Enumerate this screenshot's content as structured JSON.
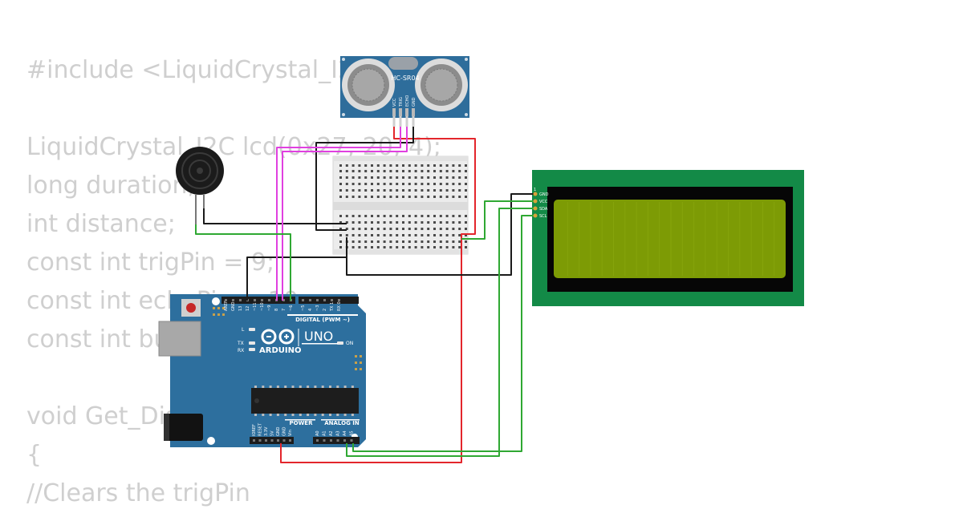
{
  "code_lines": [
    "#include <LiquidCrystal_I2C.h>",
    "",
    "LiquidCrystal_I2C lcd(0x27, 20, 4);",
    "long duration;",
    "int distance;",
    "const int trigPin = 9;",
    "const int echoPin = 10;",
    "const int buzzer = 11;",
    "",
    "void Get_Distance()",
    "{",
    "//Clears the trigPin"
  ],
  "sensor": {
    "model": "HC-SR04",
    "pins": [
      "VCC",
      "TRIG",
      "ECHO",
      "GND"
    ]
  },
  "arduino": {
    "brand": "ARDUINO",
    "model": "UNO",
    "on_label": "ON",
    "digital_header": "DIGITAL (PWM ~)",
    "power_header": "POWER",
    "analog_header": "ANALOG IN",
    "led_labels": [
      "L",
      "TX",
      "RX"
    ],
    "top_pins": [
      "AREF",
      "GND",
      "13",
      "12",
      "~11",
      "~10",
      "~9",
      "8",
      "7",
      "~6",
      "~5",
      "4",
      "~3",
      "2",
      "TX 1",
      "RX 0"
    ],
    "bottom_pins": [
      "IOREF",
      "RESET",
      "3.3V",
      "5V",
      "GND",
      "GND",
      "Vin",
      "A0",
      "A1",
      "A2",
      "A3",
      "A4",
      "A5"
    ]
  },
  "lcd": {
    "pins": [
      "GND",
      "VCC",
      "SDA",
      "SCL"
    ],
    "pin1_label": "1"
  },
  "colors": {
    "code_text": "#cfcfcf",
    "wire_red": "#e3262c",
    "wire_black": "#1a1a1a",
    "wire_magenta": "#e040e0",
    "wire_green": "#2fa833",
    "arduino_board": "#2d6f9e",
    "lcd_pcb": "#138a47",
    "lcd_screen": "#7d9b05",
    "sensor_pcb": "#2e6d9b",
    "breadboard": "#ececec"
  }
}
